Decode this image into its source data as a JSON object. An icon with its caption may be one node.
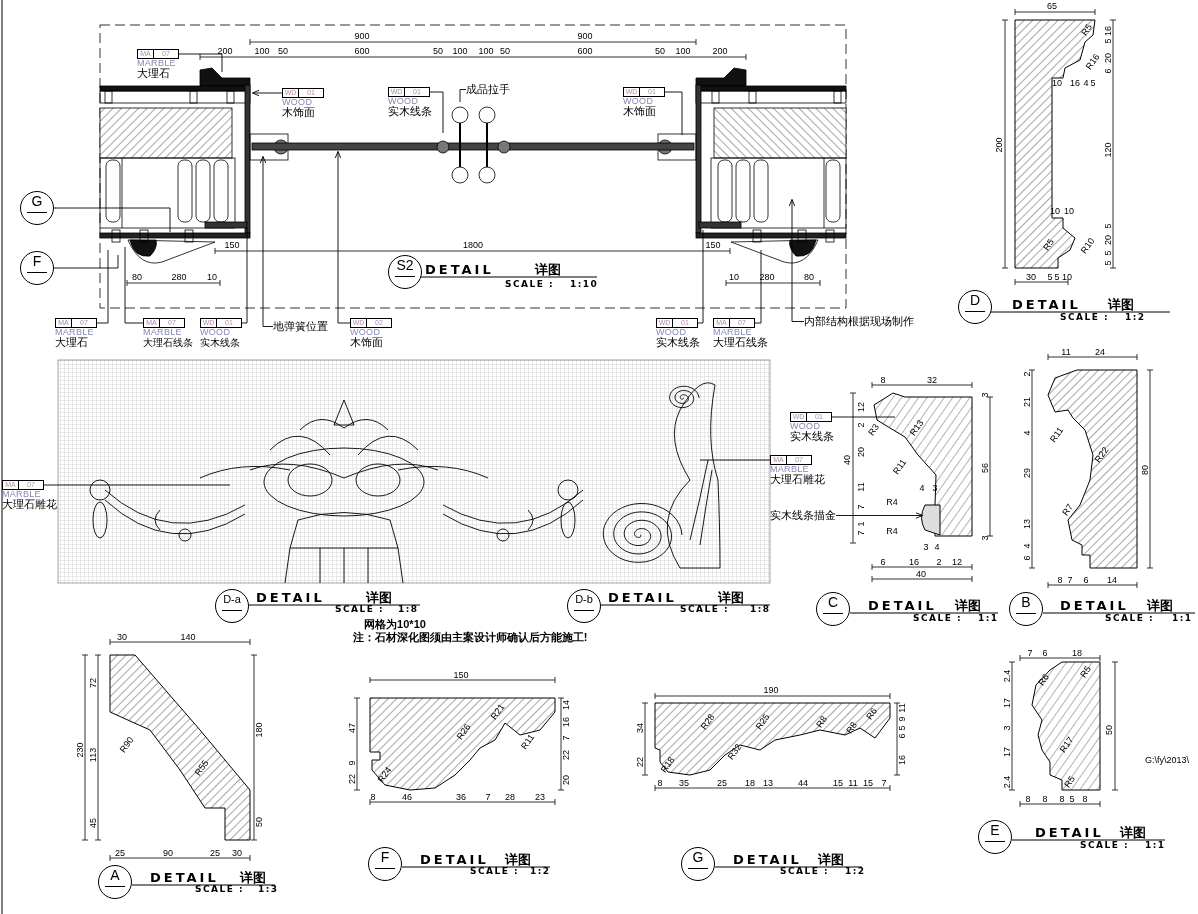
{
  "diagram": {
    "nodes": [
      {
        "text": [
          "MA",
          "07",
          "MARBLE",
          "大理石"
        ]
      },
      {
        "text": [
          "WD",
          "01",
          "WOOD",
          "木饰面"
        ]
      },
      {
        "text": [
          "WD",
          "01",
          "WOOD",
          "实木线条"
        ]
      },
      {
        "text": [
          "成品拉手"
        ]
      },
      {
        "text": [
          "WD",
          "01",
          "WOOD",
          "木饰面"
        ]
      },
      {
        "text": [
          "G"
        ]
      },
      {
        "text": [
          "F"
        ]
      },
      {
        "text": [
          "MA",
          "07",
          "MARBLE",
          "大理石"
        ]
      },
      {
        "text": [
          "MA",
          "07",
          "MARBLE",
          "大理石线条"
        ]
      },
      {
        "text": [
          "WD",
          "01",
          "WOOD",
          "实木线条"
        ]
      },
      {
        "text": [
          "地弹簧位置"
        ]
      },
      {
        "text": [
          "WD",
          "02",
          "WOOD",
          "木饰面"
        ]
      },
      {
        "text": [
          "WD",
          "01",
          "WOOD",
          "实木线条"
        ]
      },
      {
        "text": [
          "MA",
          "07",
          "MARBLE",
          "大理石线条"
        ]
      },
      {
        "text": [
          "内部结构根据现场制作"
        ]
      },
      {
        "text": [
          "MA",
          "07",
          "MARBLE",
          "大理石雕花"
        ]
      },
      {
        "text": [
          "MA",
          "07",
          "MARBLE",
          "大理石雕花"
        ]
      },
      {
        "text": [
          "WD",
          "01",
          "WOOD",
          "实木线条"
        ]
      },
      {
        "text": [
          "实木线条描金"
        ]
      },
      {
        "text": [
          "S2"
        ],
        "beside": [
          "DETAIL",
          "详图",
          "SCALE :",
          "1:10"
        ]
      },
      {
        "text": [
          "D"
        ],
        "beside": [
          "DETAIL",
          "详图",
          "SCALE :",
          "1:2"
        ]
      },
      {
        "text": [
          "D-a"
        ],
        "beside": [
          "DETAIL",
          "详图",
          "SCALE :",
          "1:8"
        ]
      },
      {
        "text": [
          "D-b"
        ],
        "beside": [
          "DETAIL",
          "详图",
          "SCALE :",
          "1:8"
        ]
      },
      {
        "text": [
          "C"
        ],
        "beside": [
          "DETAIL",
          "详图",
          "SCALE :",
          "1:1"
        ]
      },
      {
        "text": [
          "B"
        ],
        "beside": [
          "DETAIL",
          "详图",
          "SCALE :",
          "1:1"
        ]
      },
      {
        "text": [
          "A"
        ],
        "beside": [
          "DETAIL",
          "详图",
          "SCALE :",
          "1:3"
        ]
      },
      {
        "text": [
          "F"
        ],
        "beside": [
          "DETAIL",
          "详图",
          "SCALE :",
          "1:2"
        ]
      },
      {
        "text": [
          "G"
        ],
        "beside": [
          "DETAIL",
          "详图",
          "SCALE :",
          "1:2"
        ]
      },
      {
        "text": [
          "E"
        ],
        "beside": [
          "DETAIL",
          "详图",
          "SCALE :",
          "1:1"
        ]
      }
    ],
    "edges": [
      {
        "from": 0,
        "to": null,
        "arrow": "none"
      },
      {
        "from": 1,
        "to": null,
        "arrow": "to"
      },
      {
        "from": 2,
        "to": null,
        "arrow": "none"
      },
      {
        "from": 3,
        "to": null,
        "arrow": "none"
      },
      {
        "from": 4,
        "to": null,
        "arrow": "none"
      },
      {
        "from": 5,
        "to": null,
        "arrow": "none"
      },
      {
        "from": 6,
        "to": null,
        "arrow": "none"
      },
      {
        "from": 7,
        "to": null,
        "arrow": "none"
      },
      {
        "from": 8,
        "to": null,
        "arrow": "none"
      },
      {
        "from": 9,
        "to": null,
        "arrow": "none"
      },
      {
        "from": 10,
        "to": null,
        "arrow": "to"
      },
      {
        "from": 11,
        "to": null,
        "arrow": "to"
      },
      {
        "from": 12,
        "to": null,
        "arrow": "none"
      },
      {
        "from": 13,
        "to": null,
        "arrow": "none"
      },
      {
        "from": 14,
        "to": null,
        "arrow": "to"
      },
      {
        "from": 15,
        "to": null,
        "arrow": "none"
      },
      {
        "from": 16,
        "to": null,
        "arrow": "none"
      },
      {
        "from": 17,
        "to": null,
        "arrow": "none"
      },
      {
        "from": 18,
        "to": null,
        "arrow": "to"
      }
    ],
    "labels": [
      "900",
      "900",
      "200",
      "100",
      "50",
      "600",
      "50",
      "100",
      "100",
      "50",
      "600",
      "50",
      "100",
      "200",
      "150",
      "1800",
      "150",
      "80",
      "280",
      "10",
      "10",
      "280",
      "80",
      "65",
      "16",
      "5",
      "20",
      "6",
      "120",
      "5",
      "20",
      "5",
      "5",
      "200",
      "10",
      "16",
      "4",
      "5",
      "10",
      "10",
      "R5",
      "R16",
      "R5",
      "R10",
      "30",
      "5",
      "5",
      "10",
      "网格为10*10",
      "注：石材深化图须由主案设计师确认后方能施工!",
      "8",
      "32",
      "12",
      "2",
      "20",
      "11",
      "7",
      "1",
      "7",
      "40",
      "3",
      "56",
      "3",
      "R3",
      "R13",
      "R11",
      "4",
      "3",
      "R4",
      "R4",
      "3",
      "4",
      "6",
      "16",
      "2",
      "12",
      "40",
      "11",
      "24",
      "2",
      "21",
      "4",
      "29",
      "13",
      "4",
      "6",
      "80",
      "R11",
      "R22",
      "R7",
      "8",
      "7",
      "6",
      "14",
      "7",
      "6",
      "18",
      "2.4",
      "17",
      "3",
      "17",
      "2.4",
      "50",
      "R6",
      "R5",
      "R17",
      "R5",
      "8",
      "8",
      "8",
      "5",
      "8",
      "G:\\fy\\2013\\",
      "30",
      "140",
      "72",
      "113",
      "45",
      "230",
      "180",
      "50",
      "R90",
      "R55",
      "25",
      "90",
      "25",
      "30",
      "150",
      "47",
      "9",
      "22",
      "14",
      "16",
      "7",
      "22",
      "20",
      "R21",
      "R26",
      "R11",
      "R24",
      "8",
      "46",
      "36",
      "7",
      "28",
      "23",
      "190",
      "34",
      "22",
      "11",
      "9",
      "5",
      "6",
      "16",
      "R18",
      "R28",
      "R32",
      "R25",
      "R8",
      "R8",
      "R6",
      "8",
      "35",
      "25",
      "18",
      "13",
      "44",
      "15",
      "11",
      "15",
      "7"
    ]
  }
}
